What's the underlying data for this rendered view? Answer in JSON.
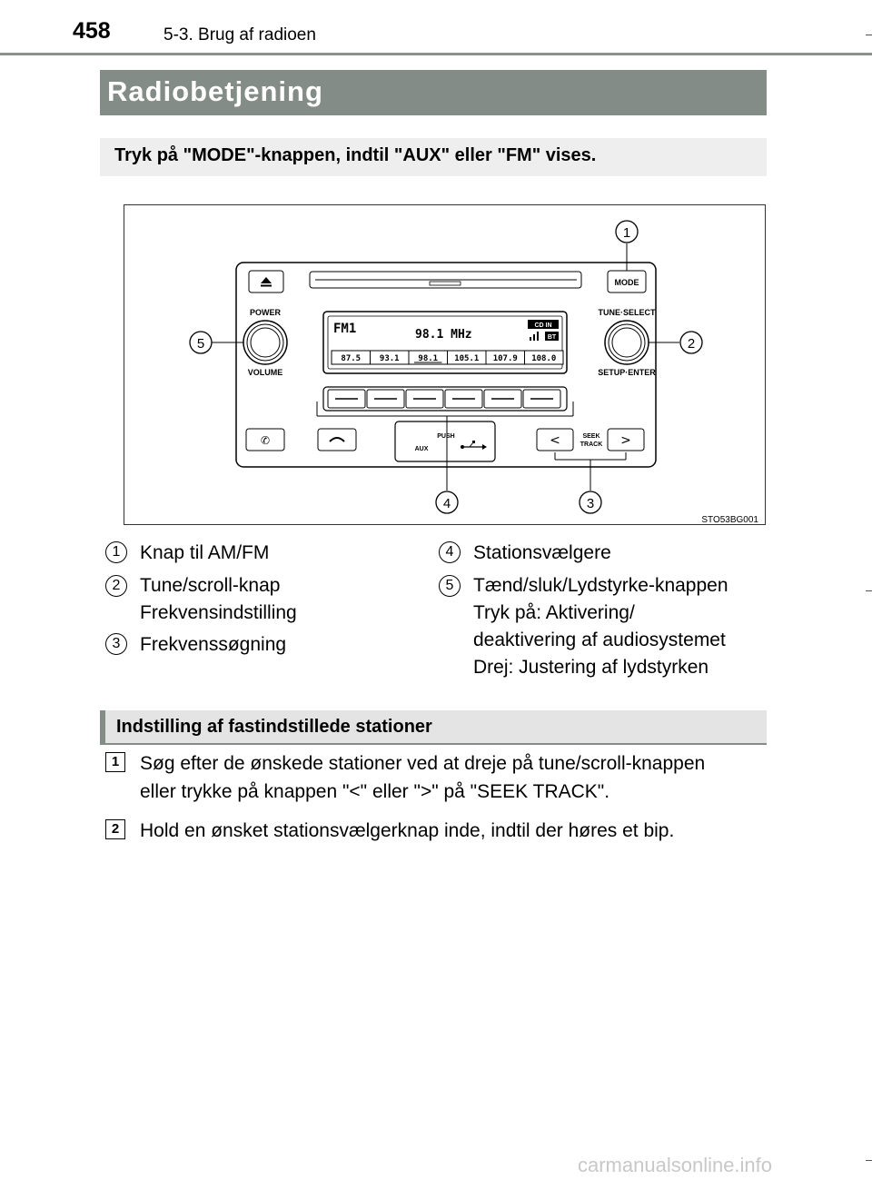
{
  "header": {
    "page_number": "458",
    "chapter": "5-3. Brug af radioen"
  },
  "section": {
    "title": "Radiobetjening"
  },
  "instruction": "Tryk på \"MODE\"-knappen, indtil \"AUX\" eller \"FM\" vises.",
  "figure": {
    "code": "STO53BG001",
    "labels": {
      "mode": "MODE",
      "power": "POWER",
      "volume": "VOLUME",
      "tune_select": "TUNE·SELECT",
      "setup_enter": "SETUP·ENTER",
      "push": "PUSH",
      "aux": "AUX",
      "seek": "SEEK",
      "track": "TRACK"
    },
    "display": {
      "band": "FM1",
      "frequency": "98.1  MHz",
      "cd_in": "CD IN",
      "bt": "BT",
      "presets": [
        "87.5",
        "93.1",
        "98.1",
        "105.1",
        "107.9",
        "108.0"
      ]
    },
    "callouts": [
      "1",
      "2",
      "3",
      "4",
      "5"
    ]
  },
  "legend": {
    "left": [
      {
        "num": "1",
        "lines": [
          "Knap til AM/FM"
        ]
      },
      {
        "num": "2",
        "lines": [
          "Tune/scroll-knap",
          "Frekvensindstilling"
        ]
      },
      {
        "num": "3",
        "lines": [
          "Frekvenssøgning"
        ]
      }
    ],
    "right": [
      {
        "num": "4",
        "lines": [
          "Stationsvælgere"
        ]
      },
      {
        "num": "5",
        "lines": [
          "Tænd/sluk/Lydstyrke-knappen",
          "Tryk på: Aktivering/",
          "deaktivering af audiosystemet",
          "Drej: Justering af lydstyrken"
        ]
      }
    ]
  },
  "subsection": {
    "title": "Indstilling af fastindstillede stationer",
    "steps": [
      {
        "num": "1",
        "lines": [
          "Søg efter de ønskede stationer ved at dreje på tune/scroll-knappen",
          "eller trykke på knappen \"<\" eller \">\" på \"SEEK TRACK\"."
        ]
      },
      {
        "num": "2",
        "lines": [
          "Hold en ønsket stationsvælgerknap inde, indtil der høres et bip."
        ]
      }
    ]
  },
  "footer": {
    "watermark": "carmanualsonline.info"
  }
}
